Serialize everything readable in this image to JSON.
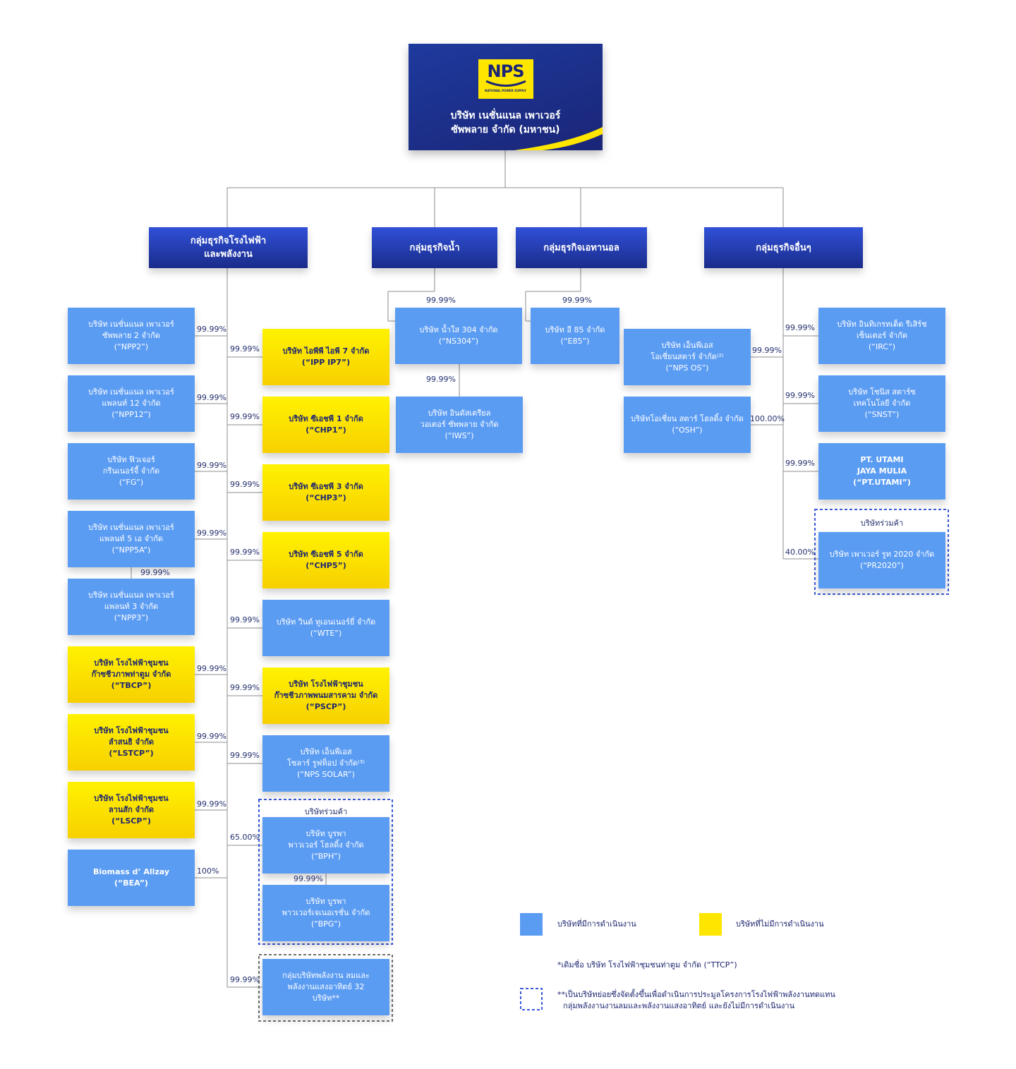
{
  "root": {
    "logo_text": "NPS",
    "logo_subtext": "NATIONAL POWER SUPPLY",
    "title_line1": "บริษัท เนชั่นแนล เพาเวอร์",
    "title_line2": "ซัพพลาย จำกัด (มหาชน)"
  },
  "groups": {
    "power": [
      "กลุ่มธุรกิจโรงไฟฟ้า",
      "และพลังงาน"
    ],
    "water": [
      "กลุ่มธุรกิจน้ำ"
    ],
    "ethanol": [
      "กลุ่มธุรกิจเอทานอล"
    ],
    "other": [
      "กลุ่มธุรกิจอื่นๆ"
    ]
  },
  "companies": {
    "npp2": [
      "บริษัท เนชั่นแนล เพาเวอร์",
      "ซัพพลาย 2 จำกัด",
      "(“NPP2”)"
    ],
    "npp12": [
      "บริษัท เนชั่นแนล เพาเวอร์",
      "แพลนท์ 12 จำกัด",
      "(“NPP12”)"
    ],
    "fg": [
      "บริษัท ฟิวเจอร์",
      "กรีนเนอร์จี้ จำกัด",
      "(“FG”)"
    ],
    "npp5a": [
      "บริษัท เนชั่นแนล เพาเวอร์",
      "แพลนท์ 5 เอ จำกัด",
      "(“NPP5A”)"
    ],
    "npp3": [
      "บริษัท เนชั่นแนล เพาเวอร์",
      "แพลนท์ 3 จำกัด",
      "(“NPP3”)"
    ],
    "tbcp": [
      "บริษัท โรงไฟฟ้าชุมชน",
      "ก๊าซชีวภาพท่าตูม จำกัด",
      "(“TBCP”)"
    ],
    "lstcp": [
      "บริษัท โรงไฟฟ้าชุมชน",
      "ลำสนธิ จำกัด",
      "(“LSTCP”)"
    ],
    "lscp": [
      "บริษัท โรงไฟฟ้าชุมชน",
      "ลานสัก จำกัด",
      "(“LSCP”)"
    ],
    "bea": [
      "Biomass d’ Allzay",
      "(“BEA”)"
    ],
    "ipp7": [
      "บริษัท ไอพีพี ไอพี 7 จำกัด",
      "(“IPP IP7”)"
    ],
    "chp1": [
      "บริษัท ซีเอชพี 1 จำกัด",
      "(“CHP1”)"
    ],
    "chp3": [
      "บริษัท ซีเอชพี 3 จำกัด",
      "(“CHP3”)"
    ],
    "chp5": [
      "บริษัท ซีเอชพี 5 จำกัด",
      "(“CHP5”)"
    ],
    "wte": [
      "บริษัท วินด์ ทูเอนเนอร์ยี่ จำกัด",
      "(“WTE”)"
    ],
    "pscp": [
      "บริษัท โรงไฟฟ้าชุมชน",
      "ก๊าซชีวภาพพนมสารคาม จำกัด",
      "(“PSCP”)"
    ],
    "npssolar": [
      "บริษัท เอ็นพีเอส",
      "โซลาร์ รูฟท็อป จำกัด⁽³⁾",
      "(“NPS SOLAR”)"
    ],
    "bph": [
      "บริษัท บูรพา",
      "พาวเวอร์ โฮลดิ้ง จำกัด",
      "(“BPH”)"
    ],
    "bpg": [
      "บริษัท บูรพา",
      "พาวเวอร์เจเนอเรชั่น จำกัด",
      "(“BPG”)"
    ],
    "wind": [
      "กลุ่มบริษัทพลังงาน ลมและ",
      "พลังงานแสงอาทิตย์ 32",
      "บริษัท**"
    ],
    "ns304": [
      "บริษัท น้ำใส 304 จำกัด",
      "(“NS304”)"
    ],
    "iws": [
      "บริษัท อินดัสเตรียล",
      "วอเตอร์ ซัพพลาย จำกัด",
      "(“IWS”)"
    ],
    "e85": [
      "บริษัท อี 85 จำกัด",
      "(“E85”)"
    ],
    "npsos": [
      "บริษัท เอ็นพีเอส",
      "โอเชี่ยนสตาร์ จำกัด⁽²⁾",
      "(“NPS OS”)"
    ],
    "osh": [
      "บริษัทโอเชี่ยน สตาร์ โฮลดิ้ง จำกัด",
      "(“OSH”)"
    ],
    "irc": [
      "บริษัท อินทิเกรทเต็ด รีเสิร์ช",
      "เซ็นเตอร์ จำกัด",
      "(“IRC”)"
    ],
    "snst": [
      "บริษัท โซนิส สตาร์ซ",
      "เทคโนโลยี จำกัด",
      "(“SNST”)"
    ],
    "utami": [
      "PT. UTAMI",
      "JAYA MULIA",
      "(“PT.UTAMI”)"
    ],
    "pr2020": [
      "บริษัท เพาเวอร์ รูท 2020 จำกัด",
      "(“PR2020”)"
    ]
  },
  "percents": {
    "npp2": "99.99%",
    "npp12": "99.99%",
    "fg": "99.99%",
    "npp5a": "99.99%",
    "npp3": "99.99%",
    "tbcp": "99.99%",
    "lstcp": "99.99%",
    "lscp": "99.99%",
    "bea": "100%",
    "ipp7": "99.99%",
    "chp1": "99.99%",
    "chp3": "99.99%",
    "chp5": "99.99%",
    "wte": "99.99%",
    "pscp": "99.99%",
    "npssolar": "99.99%",
    "bph": "65.00%",
    "bpg": "99.99%",
    "wind": "99.99%",
    "ns304": "99.99%",
    "iws": "99.99%",
    "e85": "99.99%",
    "npsos": "99.99%",
    "osh": "100.00%",
    "irc": "99.99%",
    "snst": "99.99%",
    "utami": "99.99%",
    "pr2020": "40.00%"
  },
  "joint_venture_label": "บริษัทร่วมค้า",
  "legend": {
    "operating": "บริษัทที่มีการดำเนินงาน",
    "not_operating": "บริษัทที่ไม่มีการดำเนินงาน",
    "operating_color": "#5b9cf3",
    "not_operating_color": "#ffe600"
  },
  "notes": {
    "former_name": "*เดิมชื่อ บริษัท โรงไฟฟ้าชุมชนท่าตูม จำกัด (“TTCP”)",
    "dashed_line1": "**เป็นบริษัทย่อยซึ่งจัดตั้งขึ้นเพื่อดำเนินการประมูลโครงการโรงไฟฟ้าพลังงานทดแทน",
    "dashed_line2": "กลุ่มพลังงานงานลมและพลังงานแสงอาทิตย์ และยังไม่มีการดำเนินงาน"
  }
}
